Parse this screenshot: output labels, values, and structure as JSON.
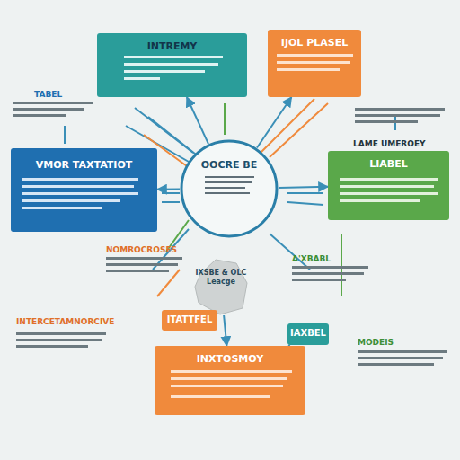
{
  "diagram": {
    "nodes": [
      {
        "text": [
          "INTREMY"
        ]
      },
      {
        "text": [
          "IJOL PLASEL"
        ]
      },
      {
        "text": [
          "VMOR TAXTATIOT"
        ]
      },
      {
        "text": [
          "OOCRE BE"
        ]
      },
      {
        "text": [
          "LIABEL"
        ]
      },
      {
        "text": [
          "IXSBE & OLC Leacge"
        ]
      },
      {
        "text": [
          "ITATTFEL"
        ]
      },
      {
        "text": [
          "IAXBEL"
        ]
      },
      {
        "text": [
          "INXTOSMOY"
        ]
      }
    ],
    "edges": [
      {
        "from": 3,
        "to": 0,
        "arrow": "to"
      },
      {
        "from": 3,
        "to": 1,
        "arrow": "to"
      },
      {
        "from": 3,
        "to": 2,
        "arrow": "to"
      },
      {
        "from": 3,
        "to": 4,
        "arrow": "to"
      },
      {
        "from": 5,
        "to": 8,
        "arrow": "to"
      },
      {
        "from": 7,
        "to": 8,
        "arrow": "none"
      }
    ],
    "labels": [
      "TABEL",
      "LAME UMEROEY",
      "NOMROCROSES",
      "A'XBABL",
      "INTERCETAMNORCIVE",
      "MODEIS"
    ]
  }
}
